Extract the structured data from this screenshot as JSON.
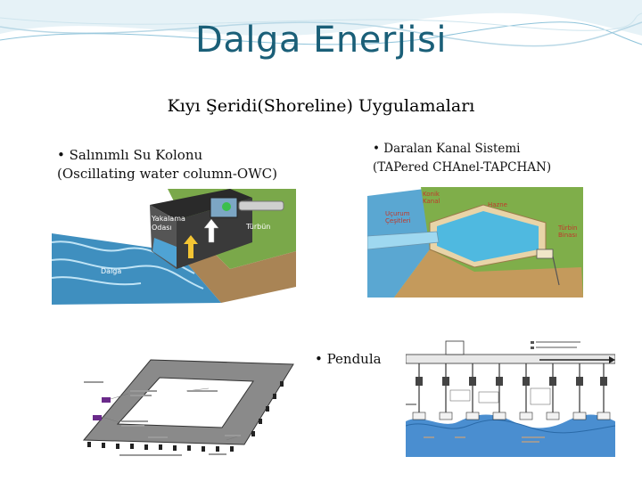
{
  "slide": {
    "title": "Dalga Enerjisi",
    "subtitle": "Kıyı Şeridi(Shoreline) Uygulamaları"
  },
  "bullets": {
    "owc_line1": "• Salınımlı Su Kolonu",
    "owc_line2": "(Oscillating water column-OWC)",
    "tapchan_line1": "• Daralan Kanal Sistemi",
    "tapchan_line2": "(TAPered CHAnel-TAPCHAN)",
    "pendula": "• Pendula"
  },
  "owc_figure": {
    "label_chamber_1": "Yakalama",
    "label_chamber_2": "Odası",
    "label_turbine": "Türbün",
    "label_wave": "Dalga"
  },
  "tapchan_figure": {
    "label_conic_1": "Konik",
    "label_conic_2": "Kanal",
    "label_reservoir": "Hazne",
    "label_cliff_1": "Uçurum",
    "label_cliff_2": "Çeşitleri",
    "label_turbine_1": "Türbin",
    "label_turbine_2": "Binası"
  },
  "colors": {
    "title": "#1a5f78",
    "sea": "#4b9cc4",
    "grass": "#6a9a3a",
    "sand": "#c89a5a"
  }
}
